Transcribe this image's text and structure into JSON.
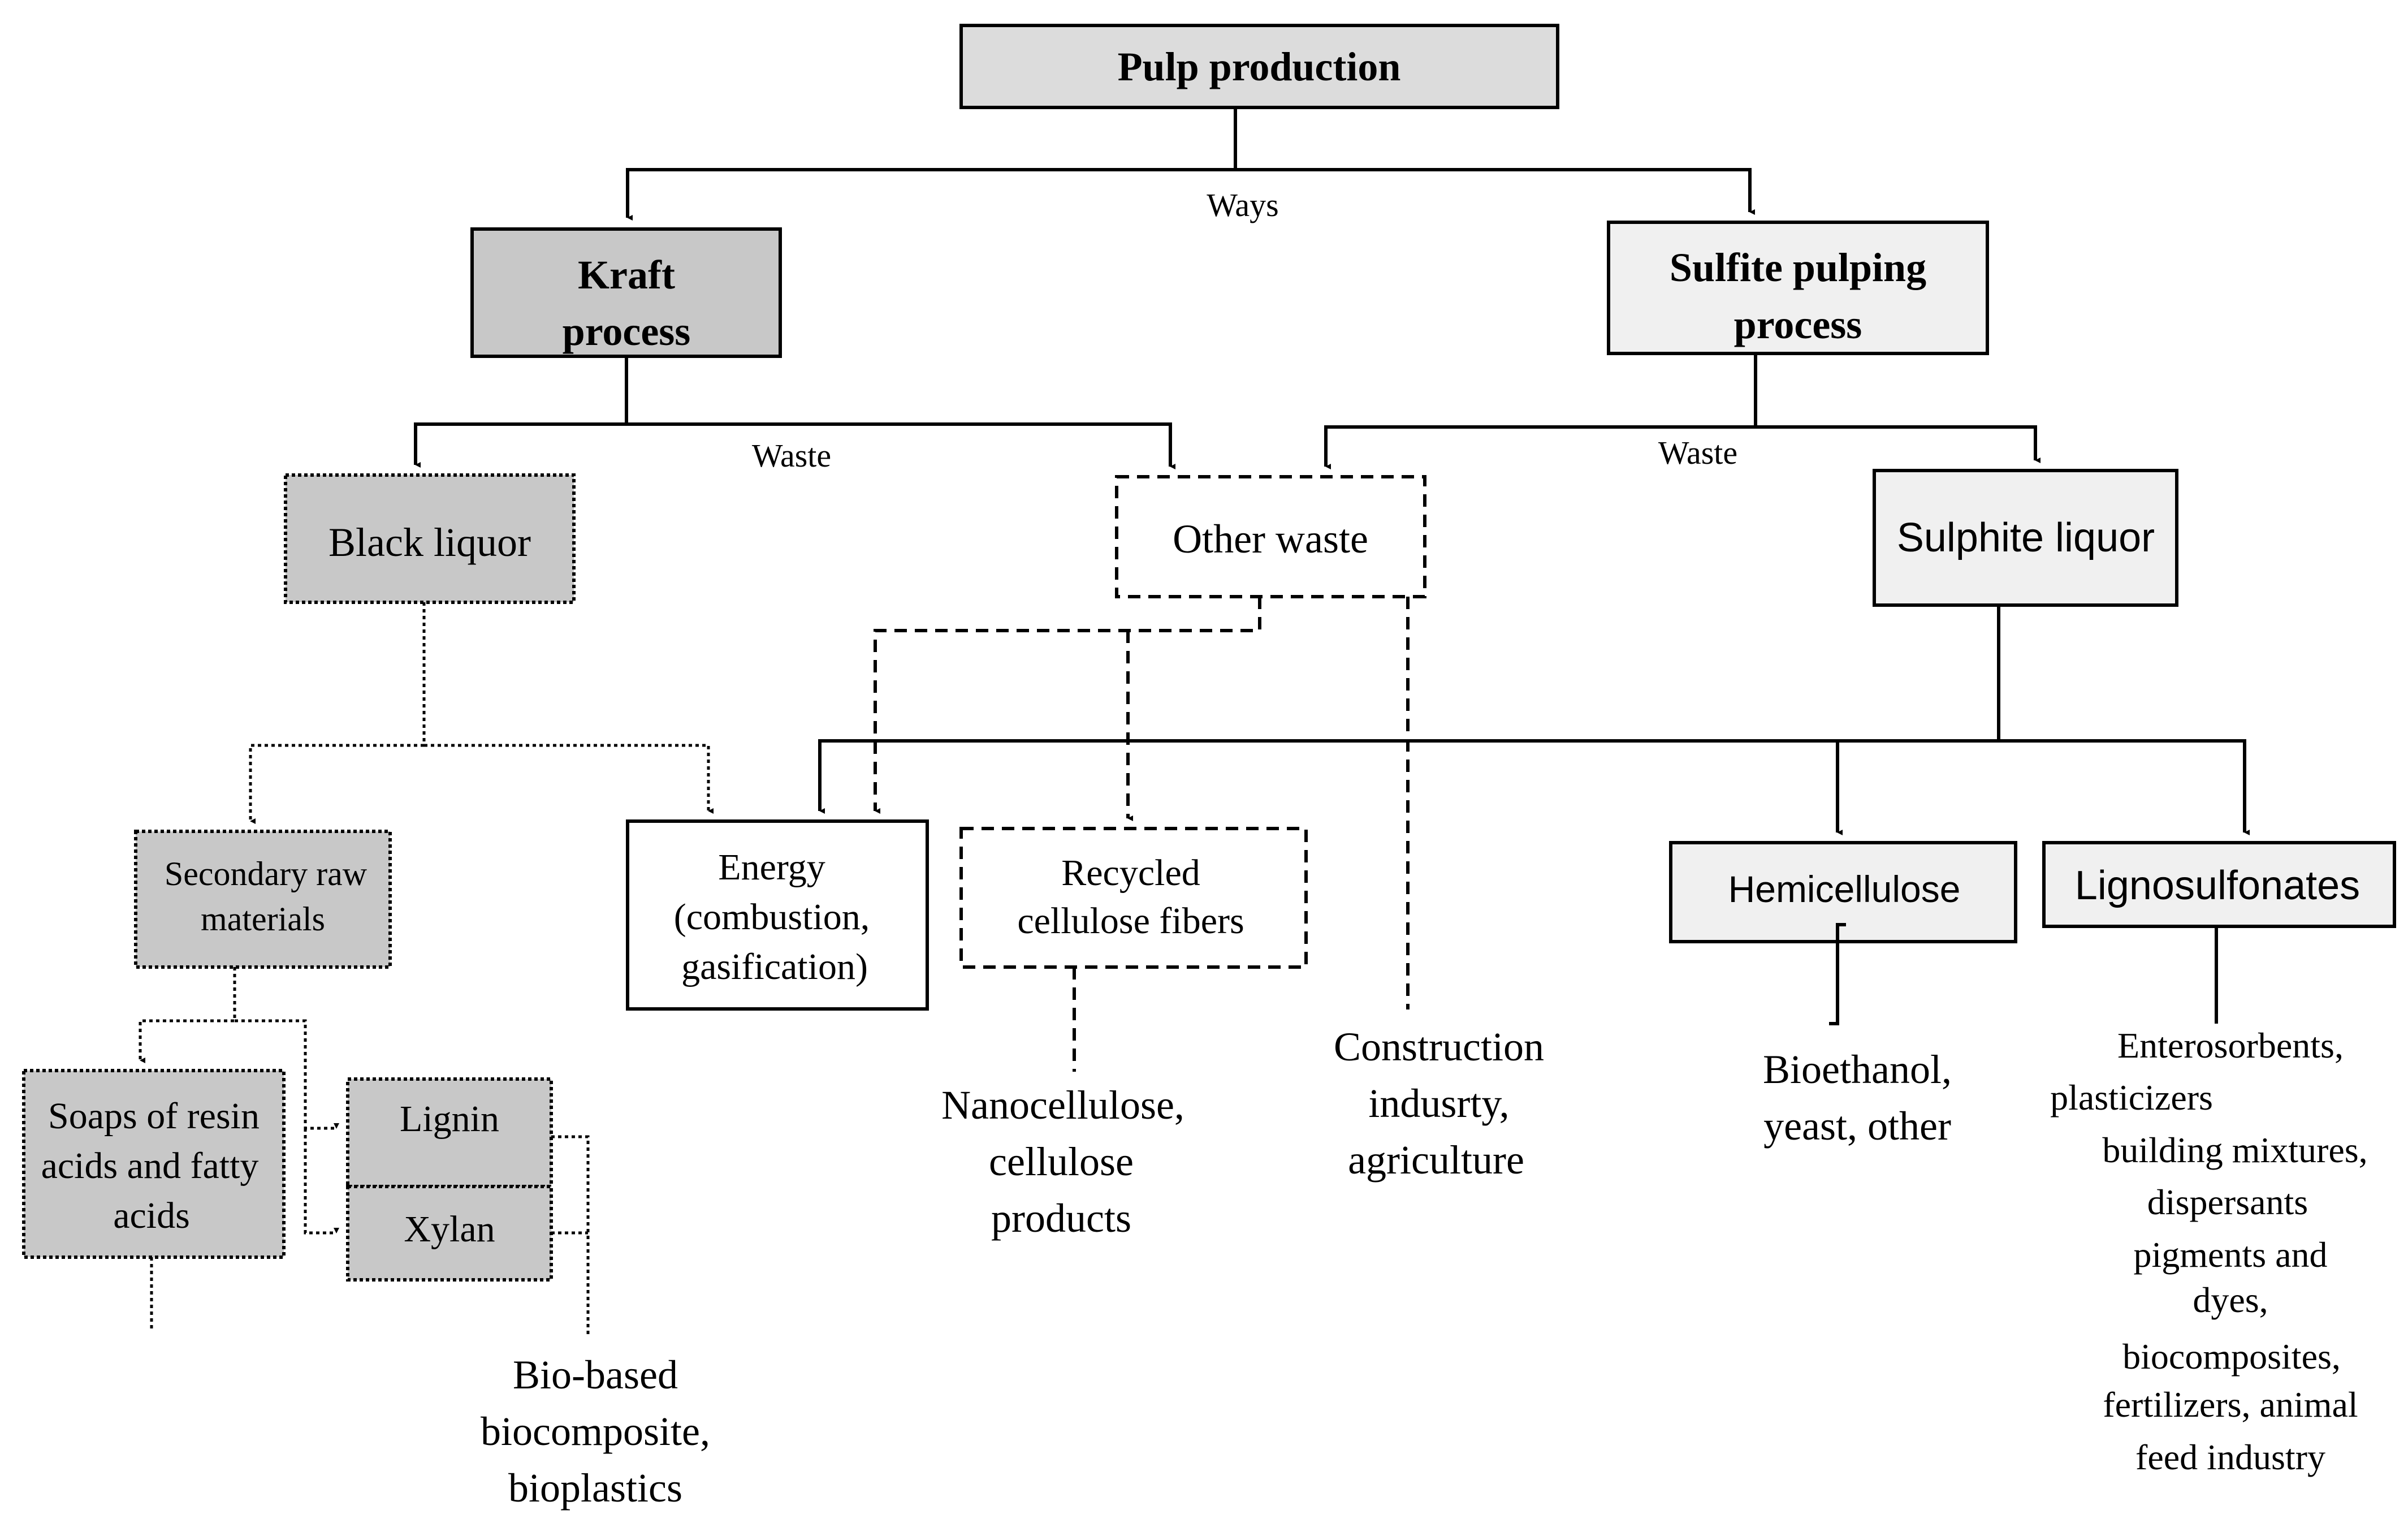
{
  "nodes": {
    "pulp_production": "Pulp production",
    "kraft": [
      "Kraft",
      "process"
    ],
    "sulfite": [
      "Sulfite pulping",
      "process"
    ],
    "black_liquor": "Black liquor",
    "other_waste": "Other waste",
    "sulphite_liquor": "Sulphite liquor",
    "secondary_raw": [
      "Secondary raw",
      "materials"
    ],
    "energy": [
      "Energy",
      "(combustion,",
      "gasification)"
    ],
    "recycled_fibers": [
      "Recycled",
      "cellulose fibers"
    ],
    "hemicellulose": "Hemicellulose",
    "lignosulfonates": "Lignosulfonates",
    "soaps": [
      "Soaps of resin",
      "acids and fatty",
      "acids"
    ],
    "lignin": "Lignin",
    "xylan": "Xylan"
  },
  "edge_labels": {
    "ways": "Ways",
    "waste_left": "Waste",
    "waste_right": "Waste"
  },
  "products": {
    "nanocellulose": [
      "Nanocellulose,",
      "cellulose",
      "products"
    ],
    "construction": [
      "Construction",
      "indusrty,",
      "agriculture"
    ],
    "bioethanol": [
      "Bioethanol,",
      "yeast, other"
    ],
    "enterosorbents": [
      "Enterosorbents,",
      "plasticizers",
      "building mixtures,",
      "dispersants",
      "pigments and",
      "dyes,",
      "biocomposites,",
      "fertilizers, animal",
      "feed industry"
    ],
    "biobased": [
      "Bio-based",
      "biocomposite,",
      "bioplastics"
    ]
  },
  "colors": {
    "dark_fill": "#c8c8c8",
    "light_fill": "#dcdcdc",
    "pale_fill": "#f0f0f0",
    "white_fill": "#ffffff",
    "stroke": "#000000"
  }
}
